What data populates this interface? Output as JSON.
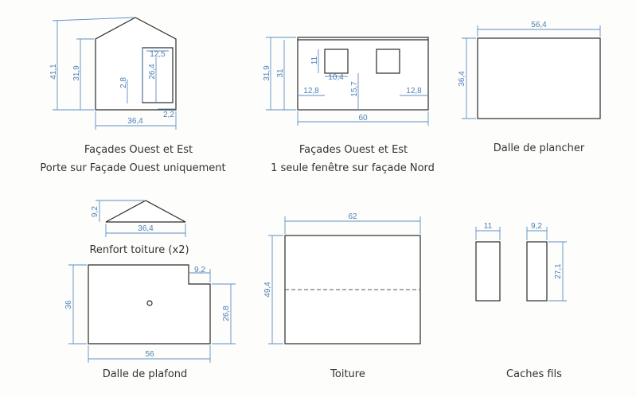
{
  "colors": {
    "line": "#2a2a2a",
    "dimension": "#5b8fc4",
    "paper": "#fdfdfb"
  },
  "panels": {
    "facade_oe": {
      "caption_line1": "Façades Ouest et Est",
      "caption_line2": "Porte sur Façade Ouest uniquement",
      "dims": {
        "total_height": "41,1",
        "wall_height": "31,9",
        "door_offset": "2,8",
        "door_height": "26,4",
        "door_width": "12,5",
        "door_side": "2,2",
        "width": "36,4"
      }
    },
    "facade_ne": {
      "caption_line1": "Façades Ouest et Est",
      "caption_line2": "1 seule fenêtre sur façade Nord",
      "dims": {
        "outer_height": "31,9",
        "inner_height": "31",
        "window_height": "11",
        "window_width": "10,4",
        "left_margin": "12,8",
        "window_base": "15,7",
        "right_margin": "12,8",
        "length": "60"
      }
    },
    "dalle_plancher": {
      "caption": "Dalle de plancher",
      "dims": {
        "width": "56,4",
        "depth": "36,4"
      }
    },
    "renfort": {
      "caption": "Renfort toiture (x2)",
      "dims": {
        "height": "9,2",
        "width": "36,4"
      }
    },
    "dalle_plafond": {
      "caption": "Dalle de plafond",
      "dims": {
        "notch": "9,2",
        "height": "36",
        "side": "26,8",
        "width": "56"
      }
    },
    "toiture": {
      "caption": "Toiture",
      "dims": {
        "width": "62",
        "height": "49,4"
      }
    },
    "caches_fils": {
      "caption": "Caches fils",
      "dims": {
        "width_a": "11",
        "width_b": "9,2",
        "height": "27,1"
      }
    }
  }
}
